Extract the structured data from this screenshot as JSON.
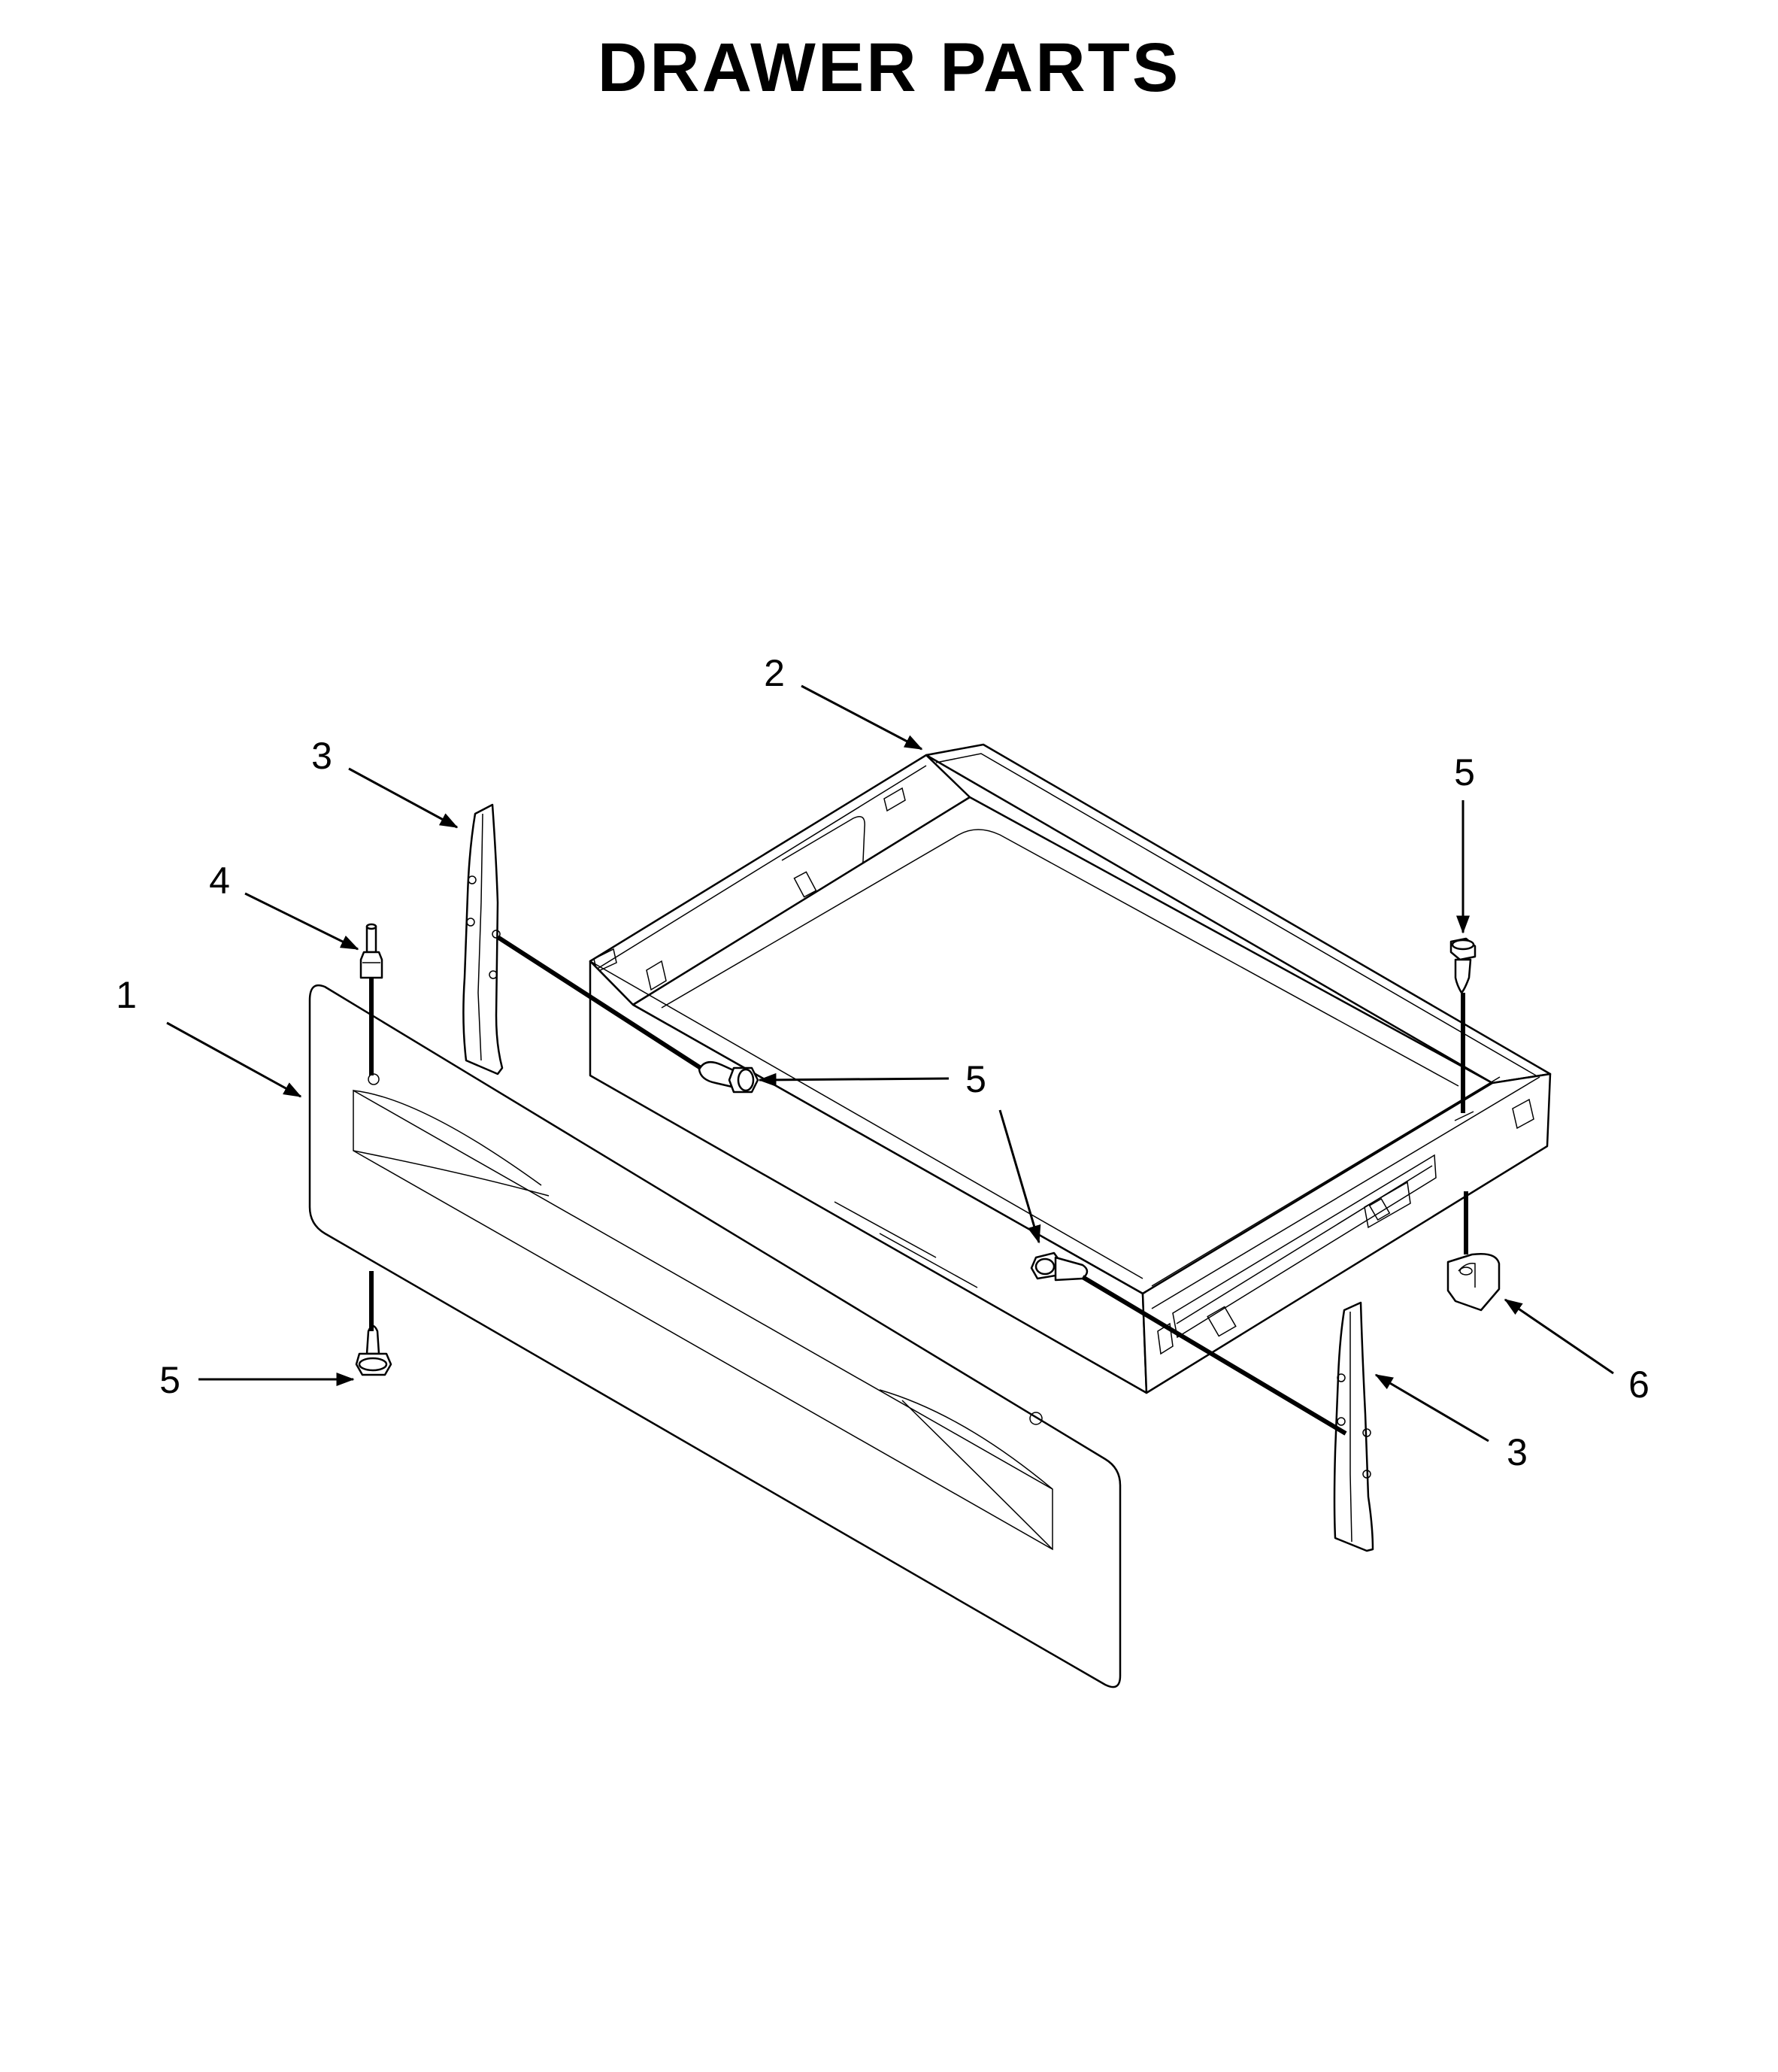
{
  "title": "DRAWER PARTS",
  "callouts": [
    {
      "id": "c1",
      "text": "1",
      "part": "drawer-front-panel"
    },
    {
      "id": "c2",
      "text": "2",
      "part": "drawer-body"
    },
    {
      "id": "c3a",
      "text": "3",
      "part": "drawer-slide-left"
    },
    {
      "id": "c3b",
      "text": "3",
      "part": "drawer-slide-right"
    },
    {
      "id": "c4",
      "text": "4",
      "part": "drawer-stud"
    },
    {
      "id": "c5a",
      "text": "5",
      "part": "screw-top-right"
    },
    {
      "id": "c5b",
      "text": "5",
      "part": "screw-left-side"
    },
    {
      "id": "c5c",
      "text": "5",
      "part": "screw-right-side"
    },
    {
      "id": "c5d",
      "text": "5",
      "part": "screw-bottom-left"
    },
    {
      "id": "c6",
      "text": "6",
      "part": "drawer-bracket"
    }
  ],
  "colors": {
    "line": "#000000",
    "background": "#ffffff"
  }
}
